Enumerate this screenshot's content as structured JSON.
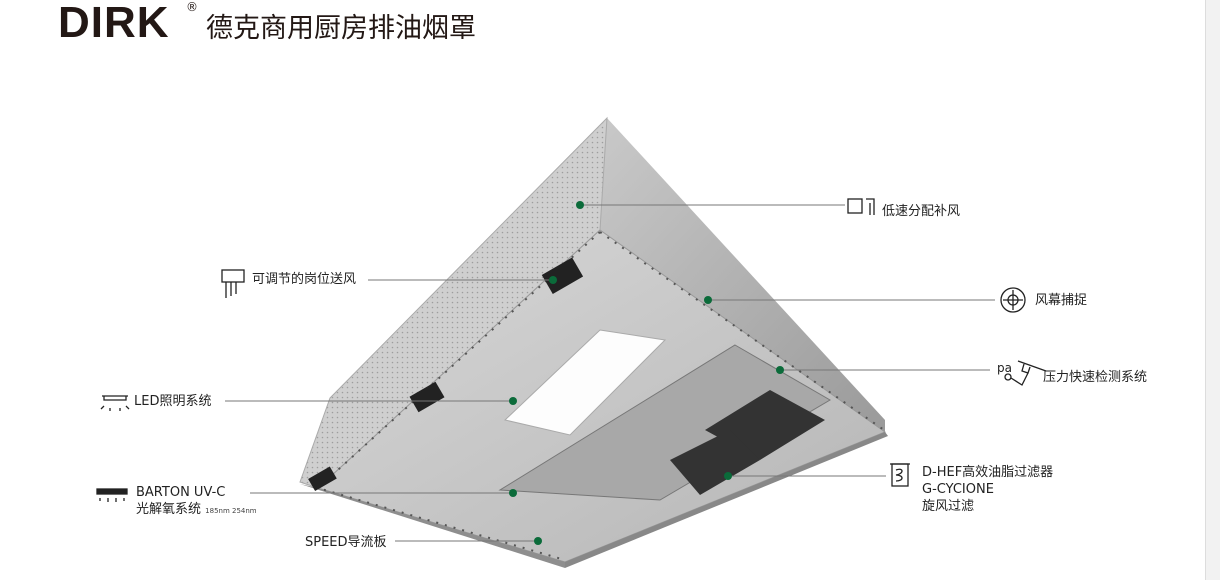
{
  "header": {
    "brand": "DIRK",
    "registered": "®",
    "title": "德克商用厨房排油烟罩"
  },
  "annotations": {
    "low_speed_air": "低速分配补风",
    "adjustable_air": "可调节的岗位送风",
    "air_curtain": "风幕捕捉",
    "pressure_detect": "压力快速检测系统",
    "pressure_unit": "pa",
    "led": "LED照明系统",
    "filter_line1": "D-HEF高效油脂过滤器",
    "filter_line2": "G-CYCIONE",
    "filter_line3": "旋风过滤",
    "uv_line1": "BARTON UV-C",
    "uv_line2": "光解氧系统",
    "uv_wavelengths": "185nm  254nm",
    "speed": "SPEED导流板"
  },
  "colors": {
    "marker": "#0b6b3a",
    "line": "#777777"
  }
}
